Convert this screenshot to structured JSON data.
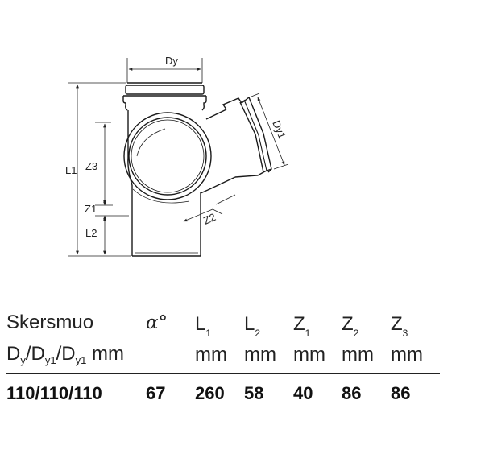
{
  "drawing": {
    "labels": {
      "dy": "Dy",
      "dy1": "Dy1",
      "l1": "L1",
      "l2": "L2",
      "z1": "Z1",
      "z2": "Z2",
      "z3": "Z3"
    }
  },
  "table": {
    "header_row1": {
      "size_label": "Skersmuo",
      "angle": "α°",
      "L1": {
        "main": "L",
        "sub": "1"
      },
      "L2": {
        "main": "L",
        "sub": "2"
      },
      "Z1": {
        "main": "Z",
        "sub": "1"
      },
      "Z2": {
        "main": "Z",
        "sub": "2"
      },
      "Z3": {
        "main": "Z",
        "sub": "3"
      }
    },
    "header_row2": {
      "d1_main": "D",
      "d1_sub": "y",
      "d2_main": "/D",
      "d2_sub": "y1",
      "d3_main": "/D",
      "d3_sub": "y1",
      "unit_first": "mm",
      "units": [
        "mm",
        "mm",
        "mm",
        "mm",
        "mm"
      ]
    },
    "row": {
      "size": "110/110/110",
      "angle": "67",
      "L1": "260",
      "L2": "58",
      "Z1": "40",
      "Z2": "86",
      "Z3": "86"
    }
  }
}
